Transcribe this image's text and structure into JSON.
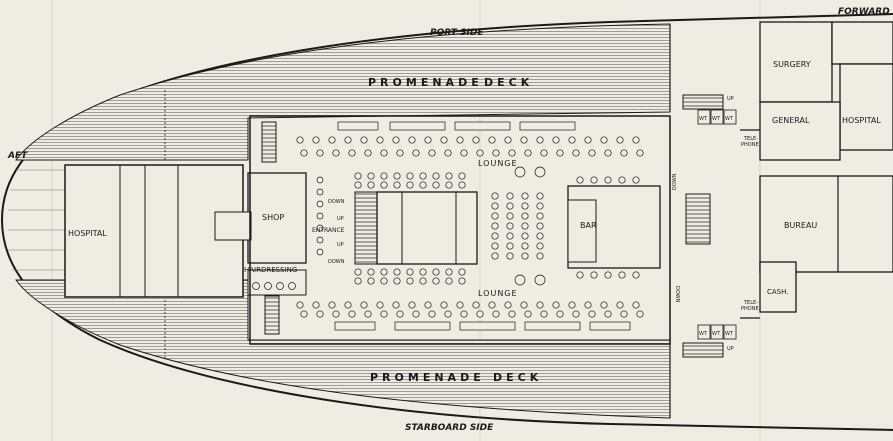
{
  "orientation": {
    "port_side": "PORT SIDE",
    "starboard_side": "STARBOARD SIDE",
    "aft": "AFT",
    "forward": "FORWARD"
  },
  "decks": {
    "promenade_top_left": "PROMENADE",
    "promenade_top_right": "DECK",
    "promenade_bottom_left": "PROMENADE",
    "promenade_bottom_right": "DECK"
  },
  "rooms": {
    "hospital_aft": "HOSPITAL",
    "shop": "SHOP",
    "entrance": "ENTRANCE",
    "hairdressing": "HAIRDRESSING",
    "lounge_top": "LOUNGE",
    "lounge_bottom": "LOUNGE",
    "bar": "BAR",
    "surgery": "SURGERY",
    "general": "GENERAL",
    "hospital_fwd": "HOSPITAL",
    "bureau": "BUREAU",
    "cash": "CASH."
  },
  "small_labels": {
    "down": "DOWN",
    "up": "UP",
    "wt": "WT",
    "telephone_top": "TELE-",
    "telephone_bottom": "PHONE"
  },
  "colors": {
    "paper": "#efece3",
    "ink": "#1a1a1a",
    "deck_hatch": "#6b6b6b"
  }
}
